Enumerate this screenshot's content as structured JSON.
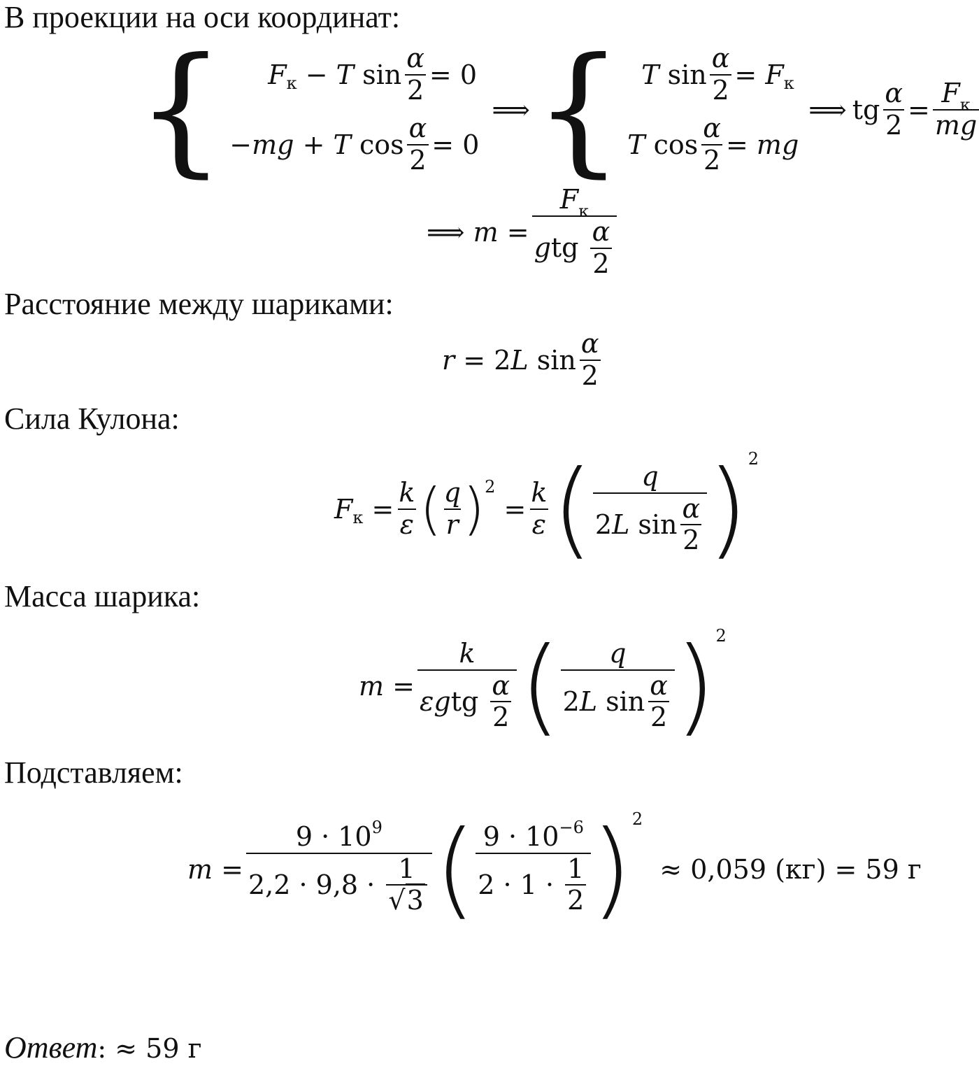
{
  "paragraphs": {
    "projections": "В проекции на оси координат:",
    "distance": "Расстояние между шариками:",
    "coulomb": "Сила Кулона:",
    "mass": "Масса шарика:",
    "substitute": "Подставляем:"
  },
  "answer": {
    "label": "Ответ",
    "value": ": ≈ 59 г"
  },
  "symbols": {
    "alpha": "α",
    "two": "2",
    "F": "F",
    "k_sub": "к",
    "T": "T",
    "m": "m",
    "g": "g",
    "r": "r",
    "L": "L",
    "k": "k",
    "q": "q",
    "eps": "ε",
    "sin": "sin",
    "cos": "cos",
    "tg": "tg",
    "implies": "⟹",
    "equals": "=",
    "minus": "−",
    "plus": "+",
    "zero": "0",
    "sq": "2",
    "approx": "≈"
  },
  "substitution": {
    "num1": "9 · 10",
    "num1_exp": "9",
    "den1_a": "2,2 · 9,8 ·",
    "one": "1",
    "sqrt_arg": "3",
    "num2": "9 · 10",
    "num2_exp": "−6",
    "den2_a": "2 · 1 ·",
    "result": "≈ 0,059 (кг) = 59 г"
  }
}
